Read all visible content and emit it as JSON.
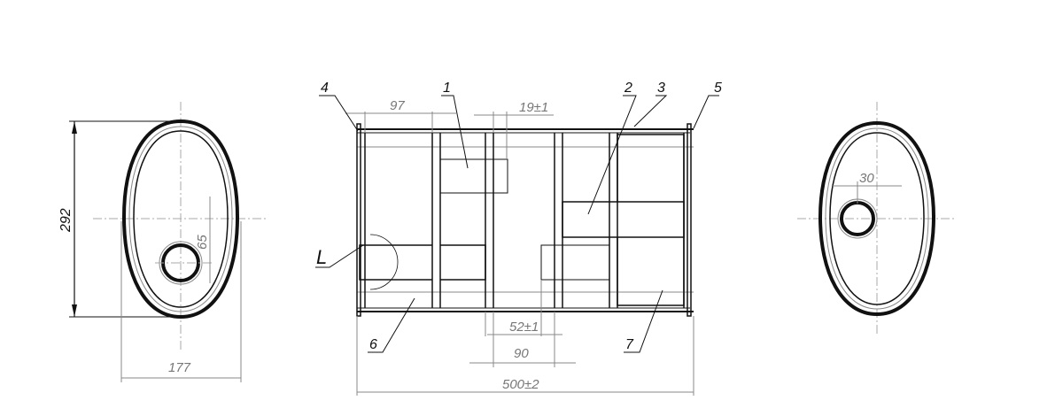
{
  "title": "Muffler assembly drawing",
  "callouts": {
    "p1": "1",
    "p2": "2",
    "p3": "3",
    "p4": "4",
    "p5": "5",
    "p6": "6",
    "p7": "7",
    "detail": "L"
  },
  "dimensions": {
    "height": "292",
    "width": "177",
    "offset": "65",
    "hole_offset": "30",
    "d97": "97",
    "d19": "19±1",
    "d52": "52±1",
    "d90": "90",
    "length": "500±2"
  }
}
